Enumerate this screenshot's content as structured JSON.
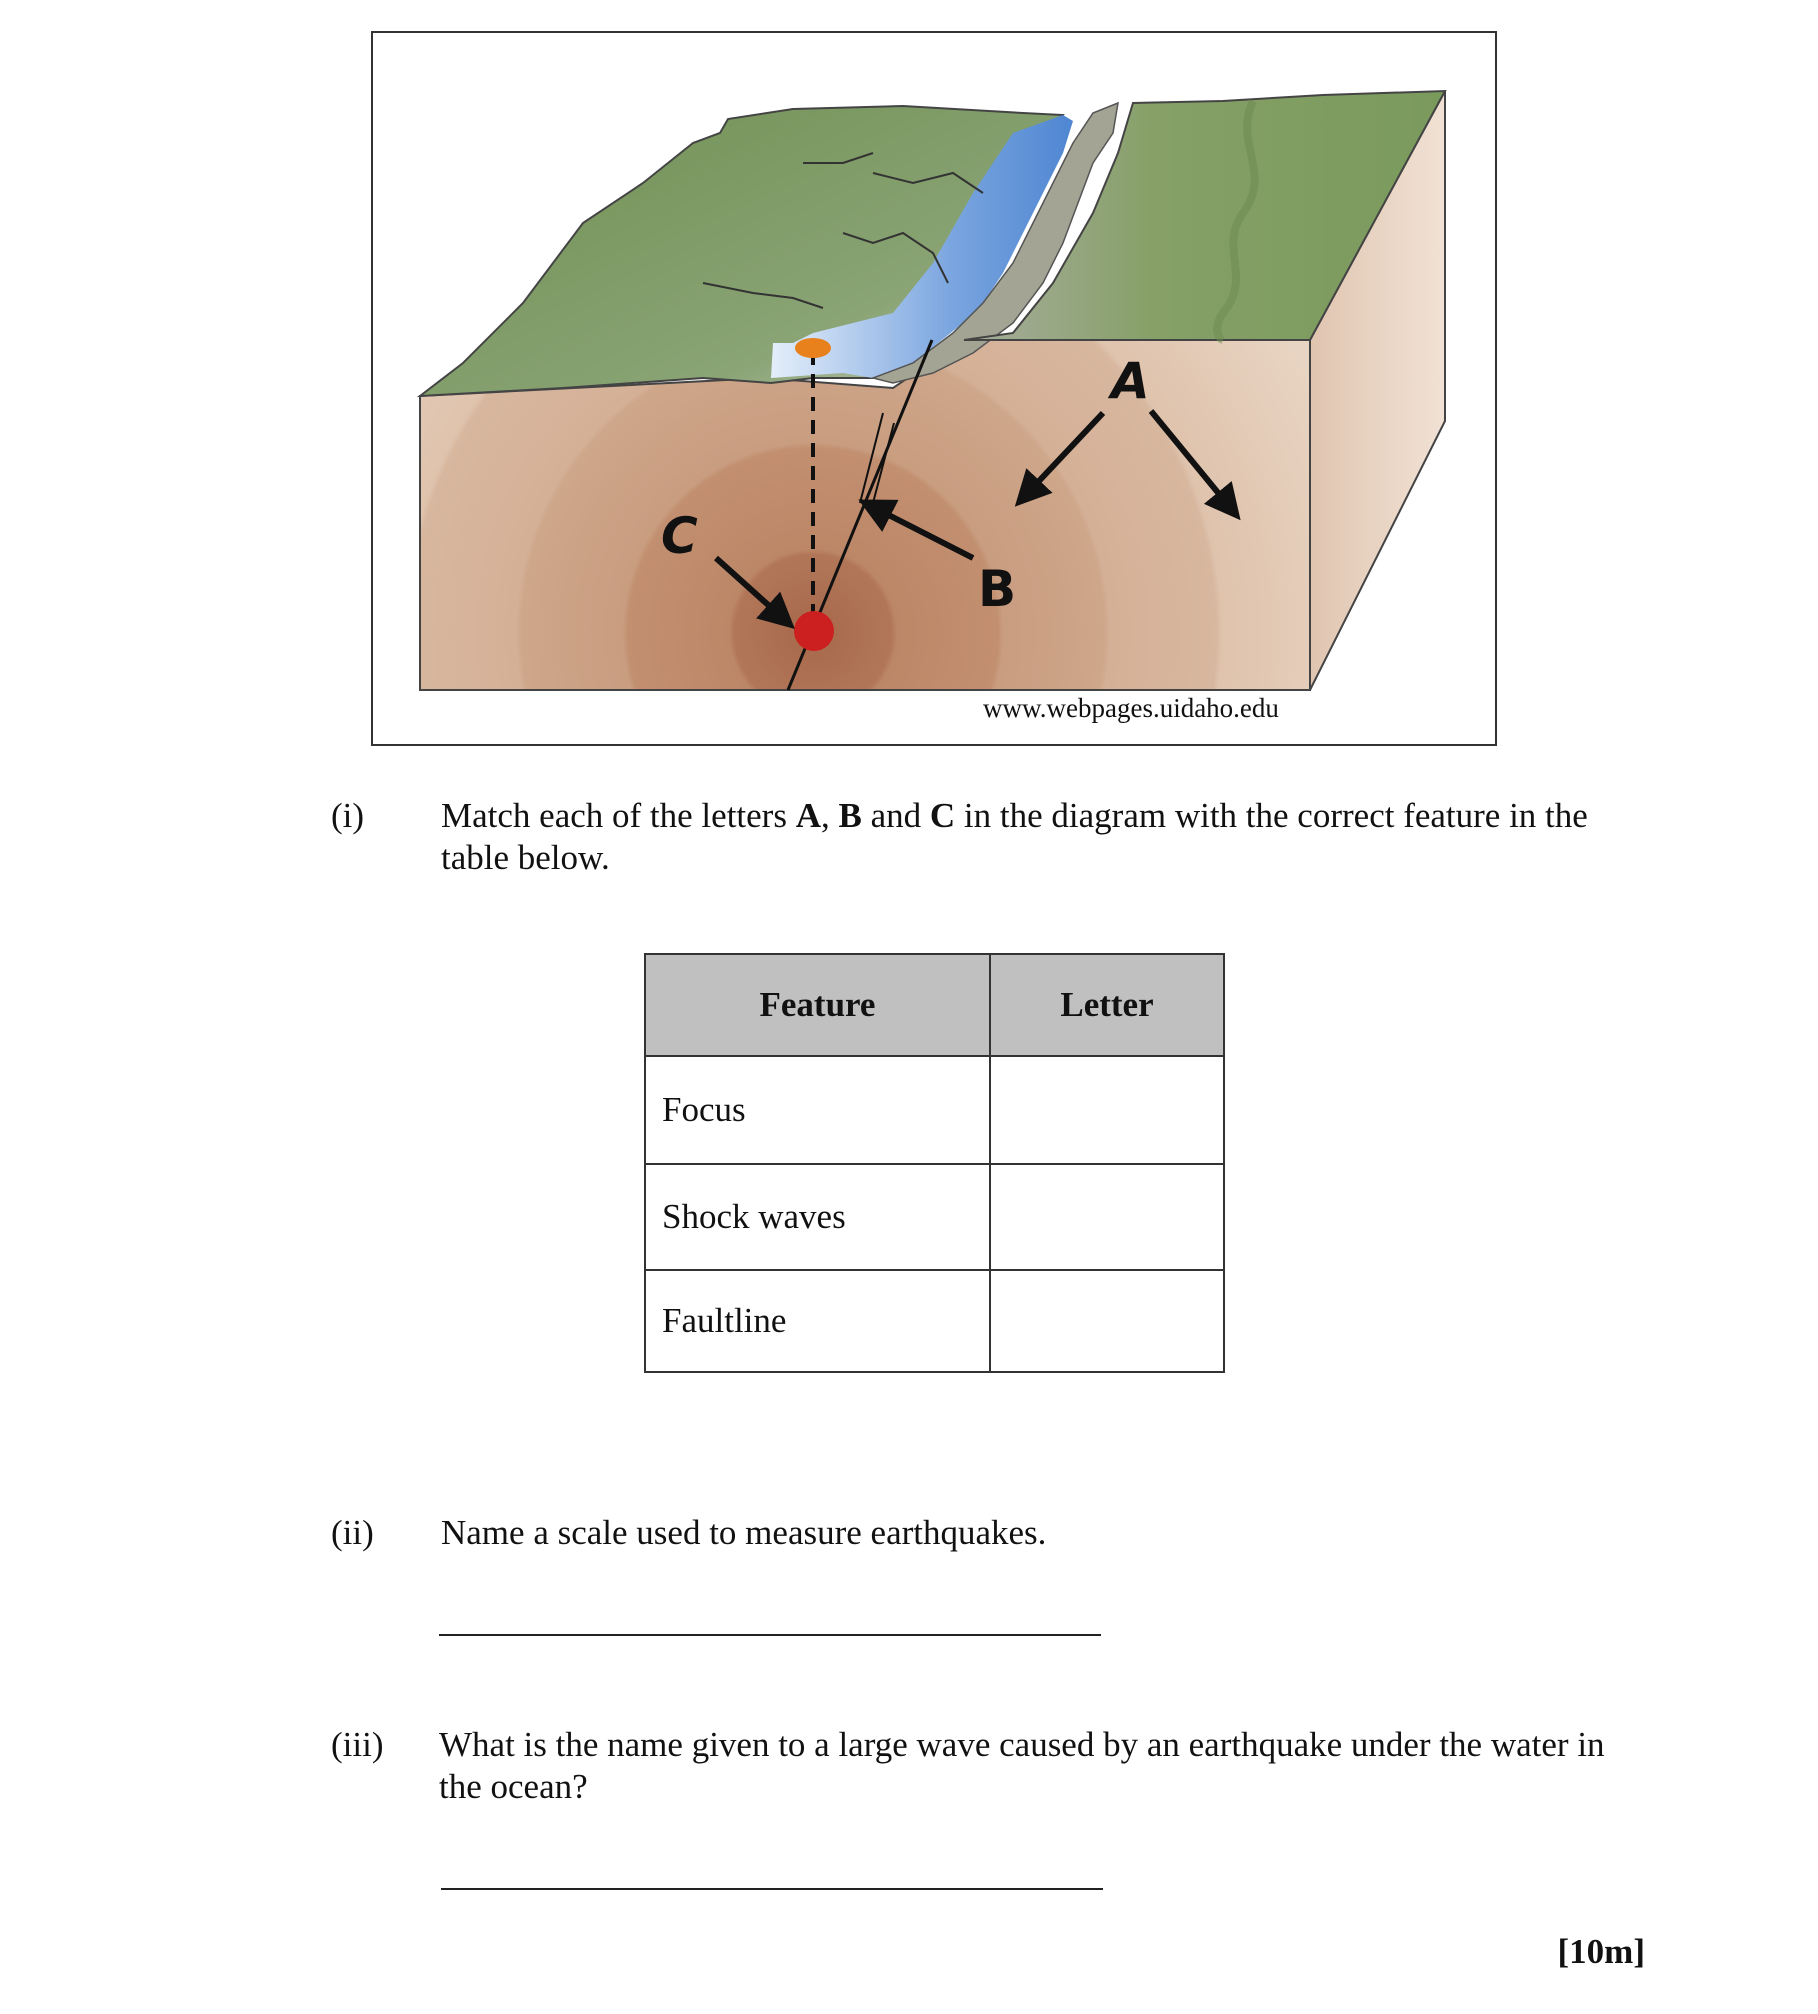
{
  "figure": {
    "credit": "www.webpages.uidaho.edu",
    "labels": {
      "a": "A",
      "b": "B",
      "c": "C"
    }
  },
  "question_i": {
    "number": "(i)",
    "text_parts": [
      "Match each of the letters ",
      "A",
      ", ",
      "B",
      " and ",
      "C",
      " in the diagram with the correct feature in the table below."
    ]
  },
  "table": {
    "headers": {
      "feature": "Feature",
      "letter": "Letter"
    },
    "rows": [
      {
        "feature": "Focus",
        "letter": ""
      },
      {
        "feature": "Shock waves",
        "letter": ""
      },
      {
        "feature": "Faultline",
        "letter": ""
      }
    ]
  },
  "question_ii": {
    "number": "(ii)",
    "text": "Name a scale used to measure earthquakes."
  },
  "question_iii": {
    "number": "(iii)",
    "text": "What is the name given to a large wave caused by an earthquake under the water in the ocean?"
  },
  "marks": "[10m]",
  "colors": {
    "grass": "#7a9a5c",
    "river": "#5b8fd6",
    "earth": "#c79a7c",
    "focus": "#cc1f1f",
    "epicentre": "#e8801c"
  }
}
